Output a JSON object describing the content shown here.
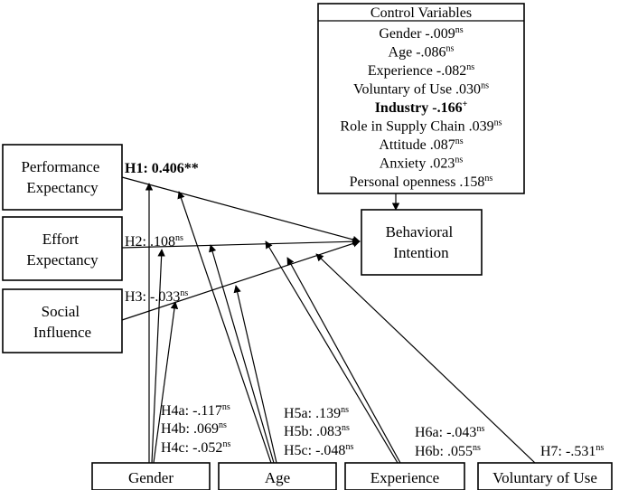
{
  "constructs": {
    "performance": [
      "Performance",
      "Expectancy"
    ],
    "effort": [
      "Effort",
      "Expectancy"
    ],
    "social": [
      "Social",
      "Influence"
    ],
    "behavioral": [
      "Behavioral",
      "Intention"
    ]
  },
  "moderators": {
    "gender": "Gender",
    "age": "Age",
    "experience": "Experience",
    "voluntary": "Voluntary of Use"
  },
  "control": {
    "title": "Control Variables",
    "items": [
      {
        "label": "Gender -.009",
        "sig": "ns",
        "bold": false
      },
      {
        "label": "Age -.086",
        "sig": "ns",
        "bold": false
      },
      {
        "label": "Experience -.082",
        "sig": "ns",
        "bold": false
      },
      {
        "label": "Voluntary of Use .030",
        "sig": "ns",
        "bold": false
      },
      {
        "label": "Industry -.166",
        "sig": "+",
        "bold": true
      },
      {
        "label": "Role in Supply Chain .039",
        "sig": "ns",
        "bold": false
      },
      {
        "label": "Attitude .087",
        "sig": "ns",
        "bold": false
      },
      {
        "label": "Anxiety .023",
        "sig": "ns",
        "bold": false
      },
      {
        "label": "Personal openness .158",
        "sig": "ns",
        "bold": false
      }
    ]
  },
  "hypotheses": {
    "h1": {
      "label": "H1: 0.406**",
      "sig": "",
      "bold": true
    },
    "h2": {
      "label": "H2: .108",
      "sig": "ns"
    },
    "h3": {
      "label": "H3: -.033",
      "sig": "ns"
    },
    "h4a": {
      "label": "H4a: -.117",
      "sig": "ns"
    },
    "h4b": {
      "label": "H4b: .069",
      "sig": "ns"
    },
    "h4c": {
      "label": "H4c: -.052",
      "sig": "ns"
    },
    "h5a": {
      "label": "H5a: .139",
      "sig": "ns"
    },
    "h5b": {
      "label": "H5b: .083",
      "sig": "ns"
    },
    "h5c": {
      "label": "H5c: -.048",
      "sig": "ns"
    },
    "h6a": {
      "label": "H6a: -.043",
      "sig": "ns"
    },
    "h6b": {
      "label": "H6b: .055",
      "sig": "ns"
    },
    "h7": {
      "label": "H7: -.531",
      "sig": "ns"
    }
  }
}
